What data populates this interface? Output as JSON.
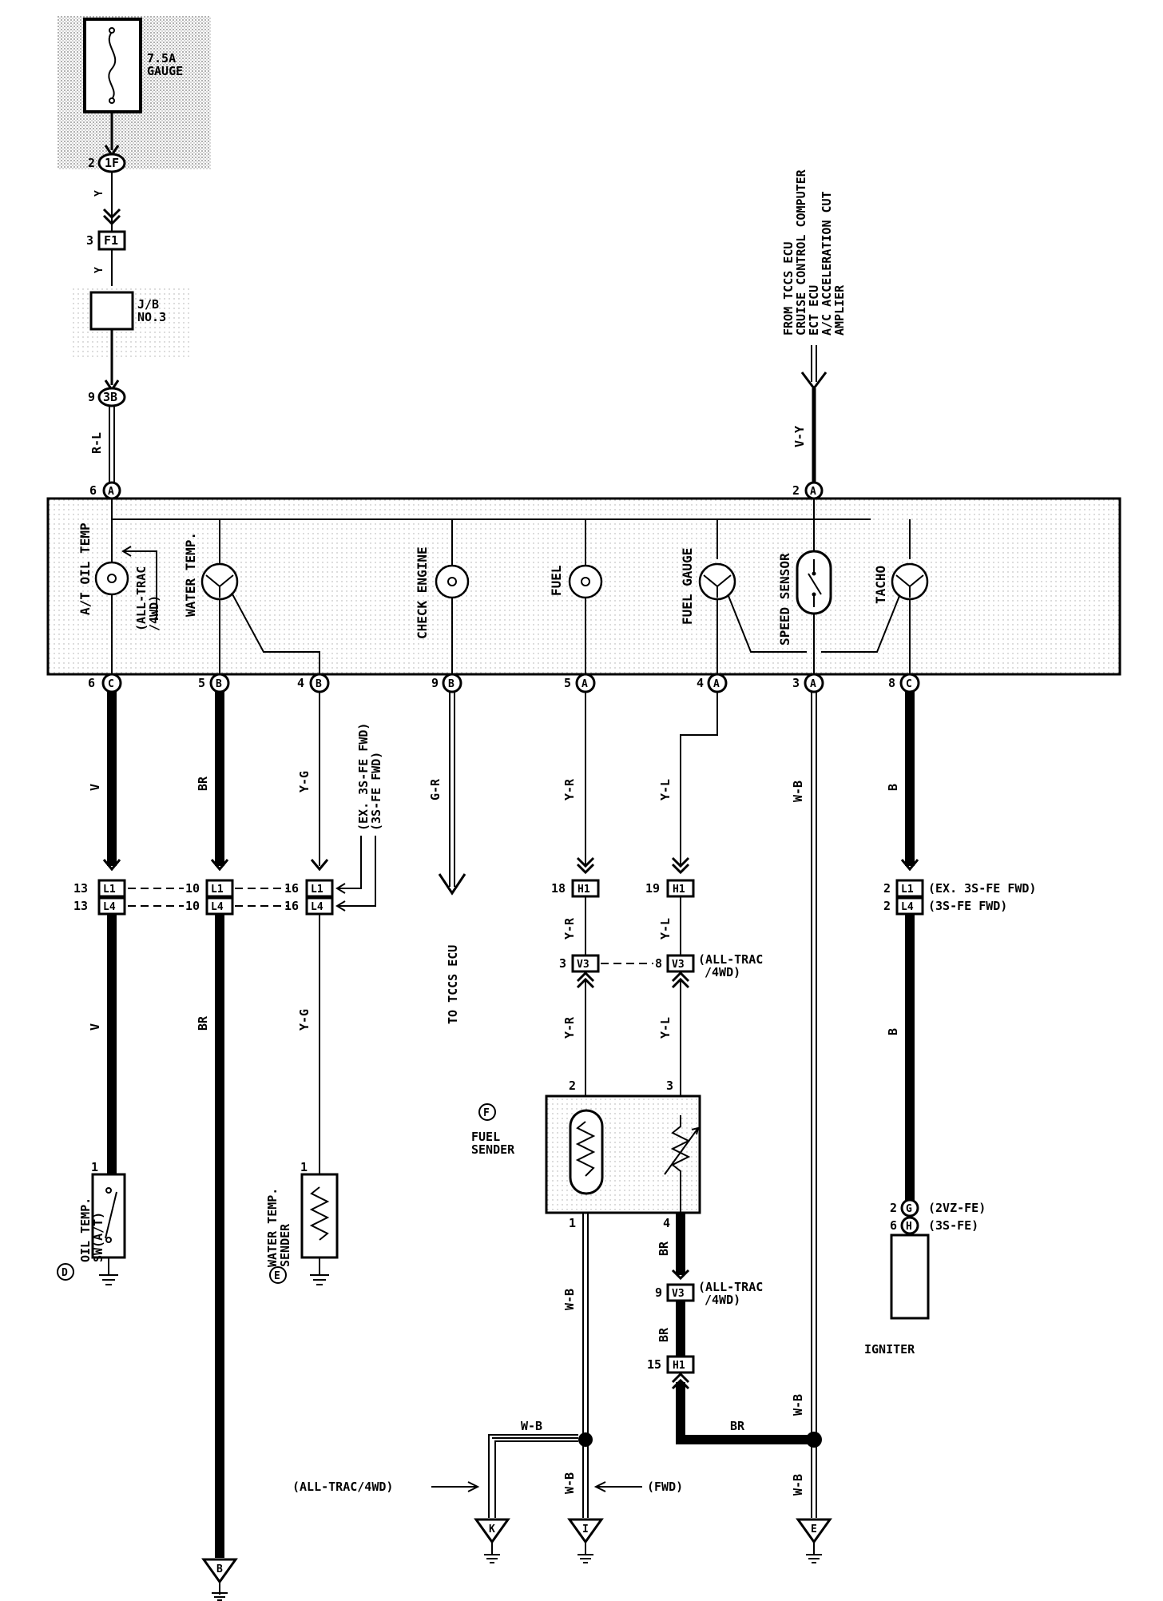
{
  "fuse": {
    "rating": "7.5A",
    "name": "GAUGE"
  },
  "connectors": {
    "c1F": {
      "pin": "2",
      "id": "1F"
    },
    "cF1": {
      "pin": "3",
      "id": "F1"
    },
    "c3B": {
      "pin": "9",
      "id": "3B"
    },
    "cA6": {
      "pin": "6",
      "id": "A"
    },
    "cA2": {
      "pin": "2",
      "id": "A"
    },
    "b1": {
      "pin": "6",
      "id": "C"
    },
    "b2": {
      "pin": "5",
      "id": "B"
    },
    "b3": {
      "pin": "4",
      "id": "B"
    },
    "b4": {
      "pin": "9",
      "id": "B"
    },
    "b5": {
      "pin": "5",
      "id": "A"
    },
    "b6": {
      "pin": "4",
      "id": "A"
    },
    "b7": {
      "pin": "3",
      "id": "A"
    },
    "b8": {
      "pin": "8",
      "id": "C"
    }
  },
  "junction_block": {
    "name": "J/B",
    "number": "NO.3"
  },
  "wires": {
    "y1": "Y",
    "y2": "Y",
    "rl": "R-L",
    "vy": "V-Y",
    "v": "V",
    "br": "BR",
    "yg": "Y-G",
    "gr": "G-R",
    "yr": "Y-R",
    "yl": "Y-L",
    "wb": "W-B",
    "b": "B"
  },
  "from_sources": [
    "FROM TCCS ECU",
    "CRUISE CONTROL COMPUTER",
    "ECT ECU",
    "A/C ACCELERATION CUT",
    "AMPLIER"
  ],
  "meter_items": [
    "A/T OIL TEMP",
    "WATER TEMP.",
    "CHECK ENGINE",
    "FUEL",
    "FUEL GAUGE",
    "SPEED SENSOR",
    "TACHO"
  ],
  "variant_notes": {
    "alltrac_4wd_paren": "(ALL-TRAC",
    "alltrac_4wd_tail": "/4WD)",
    "ex3s": "(EX. 3S-FE FWD)",
    "s3fe_fwd": "(3S-FE FWD)",
    "alltrac_a": "(ALL-TRAC",
    "alltrac_b": "/4WD)",
    "vz": "(2VZ-FE)",
    "s3fe": "(3S-FE)",
    "alltrac_gnd": "(ALL-TRAC/4WD)",
    "fwd": "(FWD)"
  },
  "splices": {
    "L1": "L1",
    "L4": "L4",
    "H1": "H1",
    "V3": "V3",
    "p13": "13",
    "p10": "10",
    "p16": "16",
    "p18": "18",
    "p19": "19",
    "p3": "3",
    "p8": "8",
    "p9": "9",
    "p15": "15",
    "p2": "2"
  },
  "to_tccs": "TO TCCS ECU",
  "components": {
    "D": {
      "letter": "D",
      "name1": "OIL TEMP.",
      "name2": "SW(A/T)",
      "pin": "1"
    },
    "E": {
      "letter": "E",
      "name1": "WATER TEMP.",
      "name2": "SENDER",
      "pin": "1"
    },
    "F": {
      "letter": "F",
      "name1": "FUEL",
      "name2": "SENDER",
      "pin2": "2",
      "pin3": "3",
      "pin1": "1",
      "pin4": "4"
    },
    "igniter": {
      "name": "IGNITER",
      "pinG": "2",
      "idG": "G",
      "pinH": "6",
      "idH": "H"
    }
  },
  "grounds": {
    "B": "B",
    "K": "K",
    "I": "I",
    "E": "E"
  }
}
